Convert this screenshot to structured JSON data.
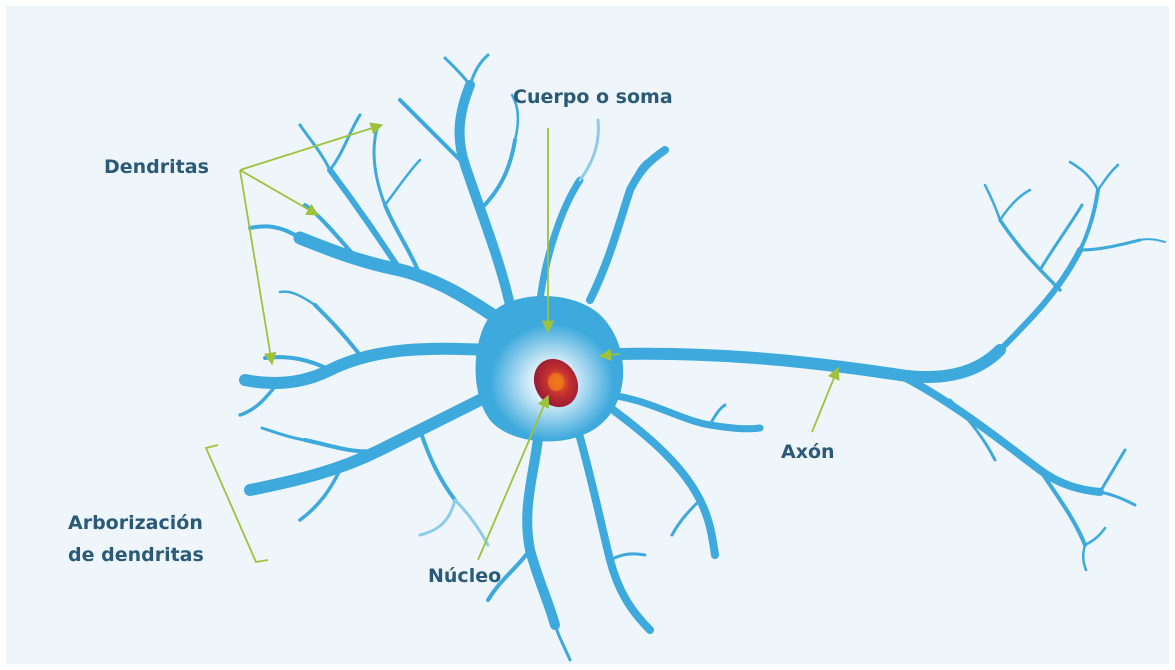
{
  "labels": {
    "cuerpo": "Cuerpo o soma",
    "dendritas": "Dendritas",
    "arborizacion_1": "Arborización",
    "arborizacion_2": "de dendritas",
    "nucleo": "Núcleo",
    "axon": "Axón"
  },
  "colors": {
    "background": "#eef6fb",
    "neuron": "#3da9dc",
    "soma_glow": "#ffffff",
    "nucleus": "#b51f3a",
    "nucleolus": "#f07a1a",
    "pointer": "#9cc33b",
    "label_text": "#2a5a77"
  }
}
